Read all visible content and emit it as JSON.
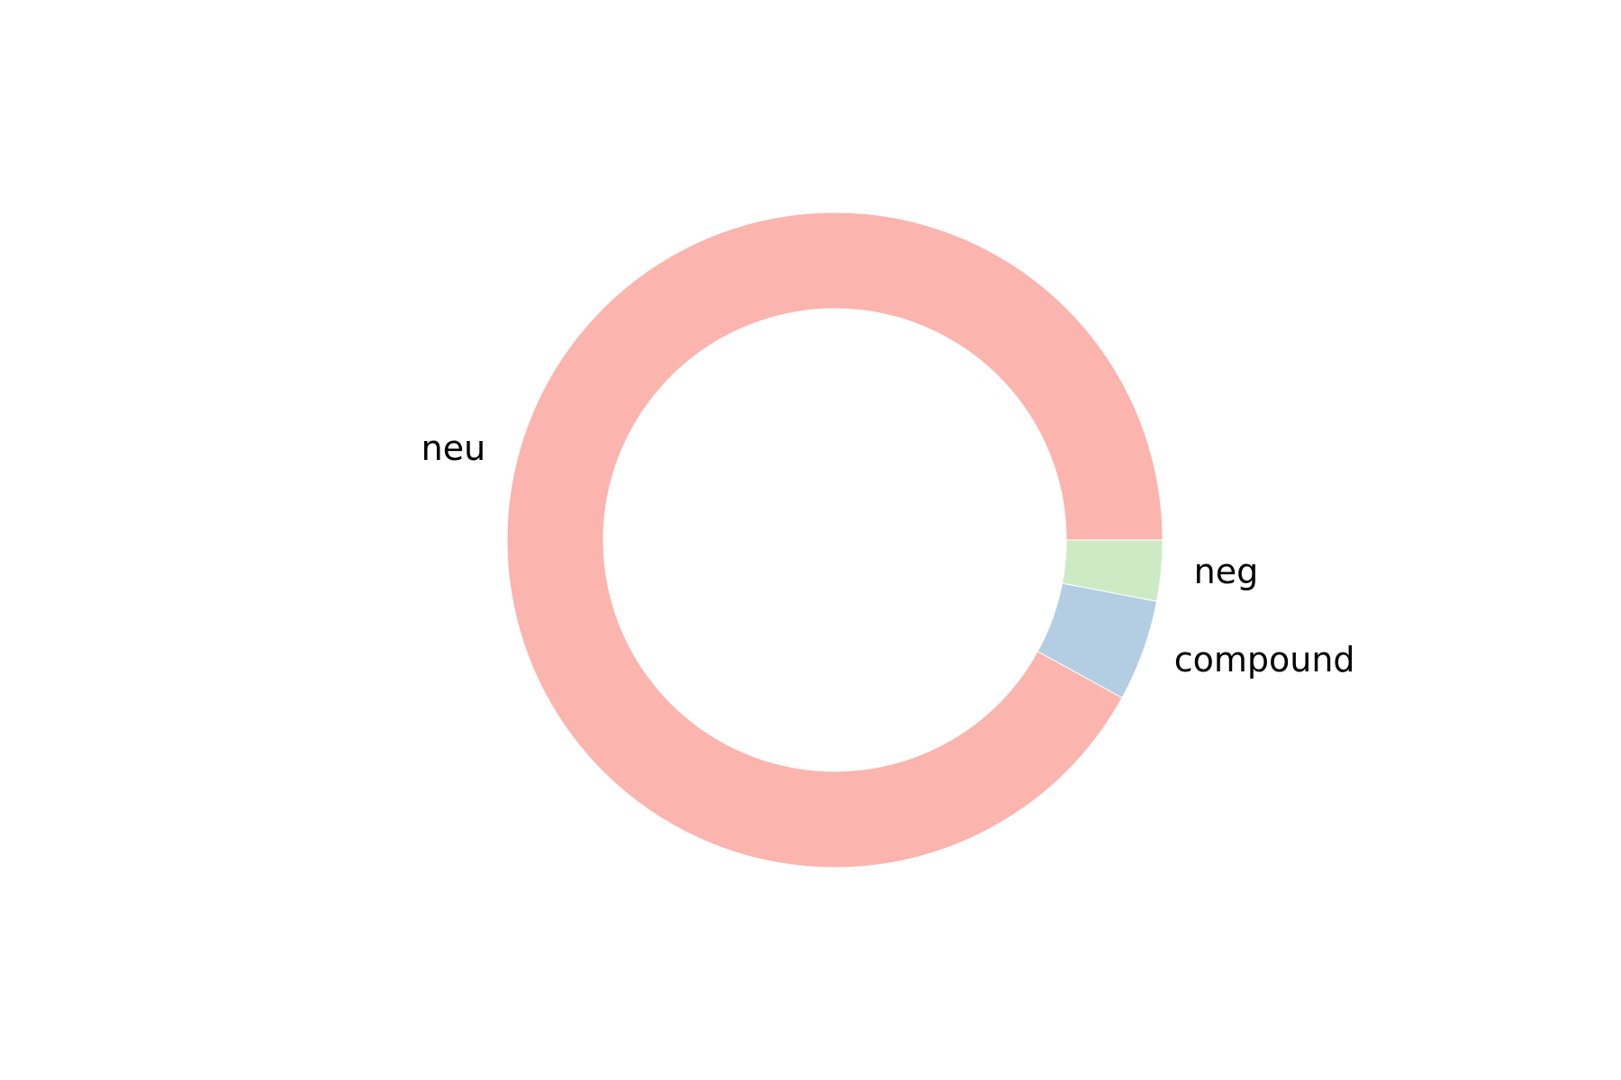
{
  "chart_data": {
    "type": "pie",
    "donut": true,
    "title": "",
    "start_angle_deg": 0,
    "direction": "clockwise",
    "slices": [
      {
        "label": "neg",
        "value": 0.03,
        "color": "#ccebc5"
      },
      {
        "label": "compound",
        "value": 0.05,
        "color": "#b3cde3"
      },
      {
        "label": "neu",
        "value": 0.92,
        "color": "#fbb4ae"
      }
    ],
    "legend": "none"
  }
}
